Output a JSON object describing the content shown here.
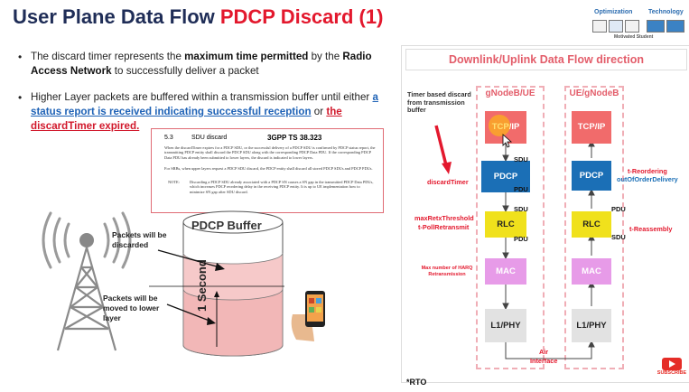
{
  "header": {
    "title_main": "User Plane Data Flow ",
    "title_accent": "PDCP Discard (1)"
  },
  "logos": {
    "optimization": "Optimization",
    "technology": "Technology",
    "footer": "Motivated Student"
  },
  "bullets": {
    "b1": {
      "pre": "The discard timer represents the ",
      "bold1": "maximum time permitted",
      "mid": " by the ",
      "bold2": "Radio Access Network",
      "post": " to successfully deliver a packet"
    },
    "b2": {
      "pre": "Higher Layer packets are buffered within a transmission buffer until either ",
      "link1": "a status report is received indicating successful reception",
      "mid": " or ",
      "link2": "the discardTimer expired."
    }
  },
  "spec": {
    "section": "5.3",
    "heading": "SDU discard",
    "ref": "3GPP TS 38.323",
    "p1": "When the discardTimer expires for a PDCP SDU, or the successful delivery of a PDCP SDU is confirmed by PDCP status report, the transmitting PDCP entity shall discard the PDCP SDU along with the corresponding PDCP Data PDU. If the corresponding PDCP Data PDU has already been submitted to lower layers, the discard is indicated to lower layers.",
    "p2": "For SRBs, when upper layers request a PDCP SDU discard, the PDCP entity shall discard all stored PDCP SDUs and PDCP PDUs.",
    "note_label": "NOTE:",
    "note": "Discarding a PDCP SDU already associated with a PDCP SN causes a SN gap in the transmitted PDCP Data PDUs, which increases PDCP reordering delay in the receiving PDCP entity. It is up to UE implementation how to minimize SN gap after SDU discard."
  },
  "buffer": {
    "title": "PDCP Buffer",
    "discarded": "Packets will be discarded",
    "moved": "Packets will be moved to lower layer",
    "duration": "1 Second"
  },
  "diagram": {
    "title": "Downlink/Uplink Data Flow direction",
    "left_col": "gNodeB/UE",
    "right_col": "UE/gNodeB",
    "timer_note": "Timer based discard from transmission buffer",
    "blocks": {
      "tcpip": "TCP/IP",
      "pdcp": "PDCP",
      "rlc": "RLC",
      "mac": "MAC",
      "phy": "L1/PHY"
    },
    "labels": {
      "sdu": "SDU",
      "pdu": "PDU",
      "discard_timer": "discardTimer",
      "max_retx": "maxRetxThreshold",
      "poll_retx": "t-PollRetransmit",
      "harq": "Max number of HARQ Retransmission",
      "reordering": "t-Reordering",
      "out_of_order": "outOfOrderDelivery",
      "reassembly": "t-Reassembly",
      "air": "Air",
      "interface": "Interface"
    },
    "footnote": "*RTO"
  },
  "subscribe": {
    "label": "SUBSCRIBE"
  },
  "colors": {
    "navy": "#1f2d57",
    "red": "#e3182d",
    "pdcp": "#1b6fb6",
    "rlc": "#f0e11c",
    "mac": "#e79be8",
    "tcpip": "#f16b6b",
    "phy": "#e2e2e2"
  }
}
